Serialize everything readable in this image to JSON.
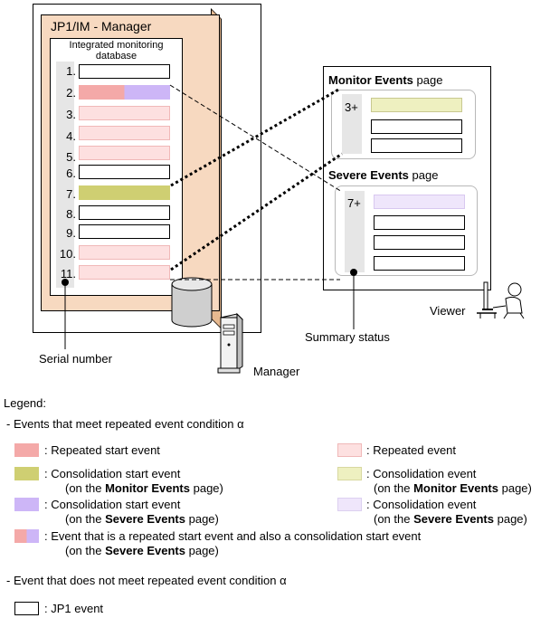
{
  "manager_panel": {
    "title": "JP1/IM - Manager",
    "db_title_line1": "Integrated monitoring",
    "db_title_line2": "database",
    "rows": [
      "1.",
      "2.",
      "3.",
      "4.",
      "5.",
      "6.",
      "7.",
      "8.",
      "9.",
      "10.",
      "11."
    ]
  },
  "viewer_panel": {
    "monitor_title_bold": "Monitor Events",
    "monitor_title_rest": " page",
    "monitor_status": "3+",
    "severe_title_bold": "Severe Events",
    "severe_title_rest": " page",
    "severe_status": "7+"
  },
  "labels": {
    "serial_number": "Serial number",
    "summary_status": "Summary status",
    "manager": "Manager",
    "viewer": "Viewer"
  },
  "legend": {
    "title": "Legend:",
    "section1": "- Events that meet repeated event condition α",
    "repeated_start": ": Repeated start event",
    "repeated_event": ": Repeated event",
    "consol_start_monitor_l1": ": Consolidation start event",
    "consol_start_monitor_l2_pre": "(on the ",
    "consol_start_monitor_l2_bold": "Monitor Events",
    "consol_start_monitor_l2_post": " page)",
    "consol_monitor_l1": ": Consolidation event",
    "consol_monitor_l2_pre": "(on the ",
    "consol_monitor_l2_bold": "Monitor Events",
    "consol_monitor_l2_post": " page)",
    "consol_start_severe_l1": ": Consolidation start event",
    "consol_start_severe_l2_pre": "(on the ",
    "consol_start_severe_l2_bold": "Severe Events",
    "consol_start_severe_l2_post": " page)",
    "consol_severe_l1": ": Consolidation event",
    "consol_severe_l2_pre": "(on the ",
    "consol_severe_l2_bold": "Severe Events",
    "consol_severe_l2_post": " page)",
    "both_l1": ": Event that is a repeated start event and also a consolidation start event",
    "both_l2_pre": "(on the ",
    "both_l2_bold": "Severe Events",
    "both_l2_post": " page)",
    "section2": "- Event that does not meet repeated event condition α",
    "jp1_event": ": JP1 event"
  },
  "colors": {
    "repeated_start": "#f4a9a8",
    "repeated": "#fde0e0",
    "consol_start_monitor": "#cfcf72",
    "consol_monitor": "#eef0c0",
    "consol_start_severe": "#cdb6f7",
    "consol_severe": "#efe6fb",
    "panel_fill": "#f7d9c0",
    "panel_side": "#e6b990"
  }
}
